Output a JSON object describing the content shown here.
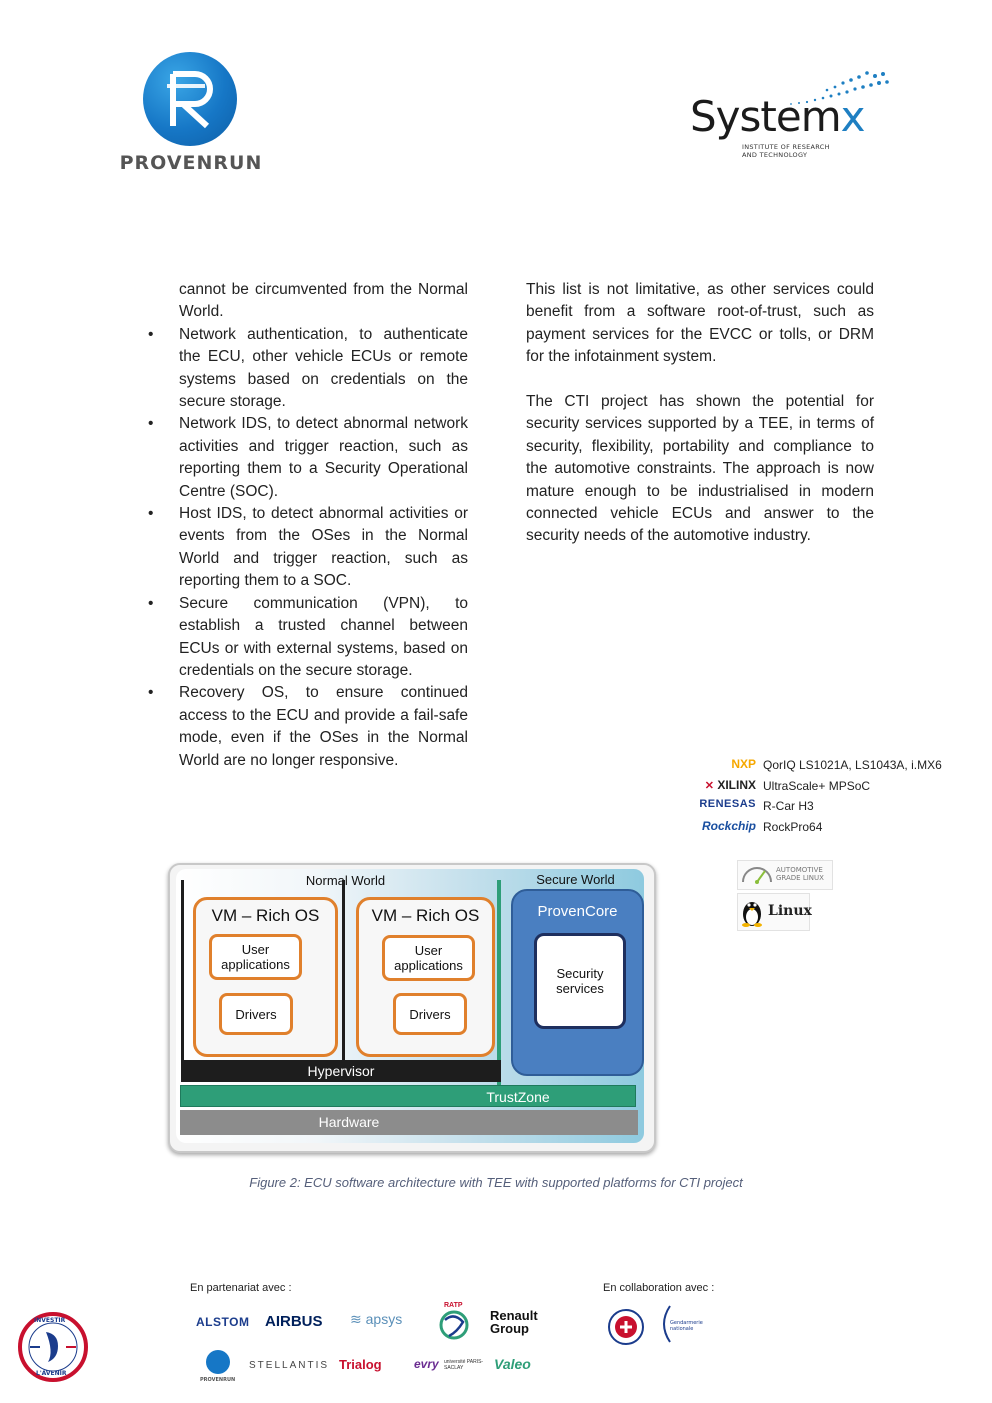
{
  "header": {
    "provenrun_word": "PROVENRUN",
    "systemx_word": "System",
    "systemx_x": "x",
    "systemx_tag1": "INSTITUTE OF RESEARCH",
    "systemx_tag2": "AND TECHNOLOGY"
  },
  "left_column": {
    "intro": "cannot be circumvented from the Normal World.",
    "bullets": [
      "Network authentication, to authenticate the ECU, other vehicle ECUs or remote systems based on credentials on the secure storage.",
      "Network IDS, to detect abnormal network activities and trigger reaction, such as reporting them to a Security Operational Centre (SOC).",
      "Host IDS, to detect abnormal activities or events from the OSes in the Normal World and trigger reaction, such as reporting them to a SOC.",
      "Secure communication (VPN), to establish a trusted channel between ECUs or with external systems, based on credentials on the secure storage.",
      "Recovery OS, to ensure continued access to the ECU and provide a fail-safe mode, even if the OSes in the Normal World are no longer responsive."
    ],
    "bullet_symbol": "•"
  },
  "right_column": {
    "p1": "This list is not limitative, as other services could benefit from a software root-of-trust, such as payment services for the EVCC or tolls, or DRM for the infotainment system.",
    "p2": "The CTI project has shown the potential for security services supported by a TEE, in terms of security, flexibility, portability and compliance to the automotive constraints. The approach is now mature enough to be industrialised in modern connected vehicle ECUs and answer to the security needs of the automotive industry."
  },
  "platforms": [
    {
      "vendor": "NXP",
      "name": "QorIQ LS1021A, LS1043A, i.MX6",
      "color": "#f6a800"
    },
    {
      "vendor": "XILINX",
      "name": "UltraScale+ MPSoC",
      "color": "#c8102e"
    },
    {
      "vendor": "RENESAS",
      "name": "R-Car H3",
      "color": "#1b3c8c"
    },
    {
      "vendor": "Rockchip",
      "name": "RockPro64",
      "color": "#1a4fa0"
    }
  ],
  "os_logos": {
    "agl_line1": "AUTOMOTIVE",
    "agl_line2": "GRADE LINUX",
    "linux": "Linux"
  },
  "diagram": {
    "normal_world": "Normal World",
    "secure_world": "Secure World",
    "vm_title": "VM – Rich OS",
    "user_apps_line1": "User",
    "user_apps_line2": "applications",
    "drivers": "Drivers",
    "provencore": "ProvenCore",
    "security_line1": "Security",
    "security_line2": "services",
    "hypervisor": "Hypervisor",
    "trustzone": "TrustZone",
    "hardware": "Hardware",
    "colors": {
      "orange": "#e0802c",
      "provencore_blue": "#4a7fc1",
      "trustzone_green": "#2e9e78",
      "hypervisor_black": "#1d1d1d",
      "hardware_grey": "#8c8c8c"
    }
  },
  "caption": "Figure 2: ECU software architecture with TEE with supported platforms for CTI project",
  "footer": {
    "partners_label": "En partenariat avec :",
    "collab_label": "En collaboration avec :",
    "investir_top": "INVESTIR",
    "investir_bottom": "L'AVENIR",
    "partners": {
      "alstom": "ALSTOM",
      "airbus": "AIRBUS",
      "apsys": "apsys",
      "ratp": "RATP",
      "renault1": "Renault",
      "renault2": "Group",
      "provenrun": "PROVENRUN",
      "stellantis": "STELLANTIS",
      "trialog": "Trialog",
      "evry": "evry",
      "universite": "université PARIS-SACLAY",
      "valeo": "Valeo"
    },
    "gendarmerie": "Gendarmerie nationale"
  }
}
